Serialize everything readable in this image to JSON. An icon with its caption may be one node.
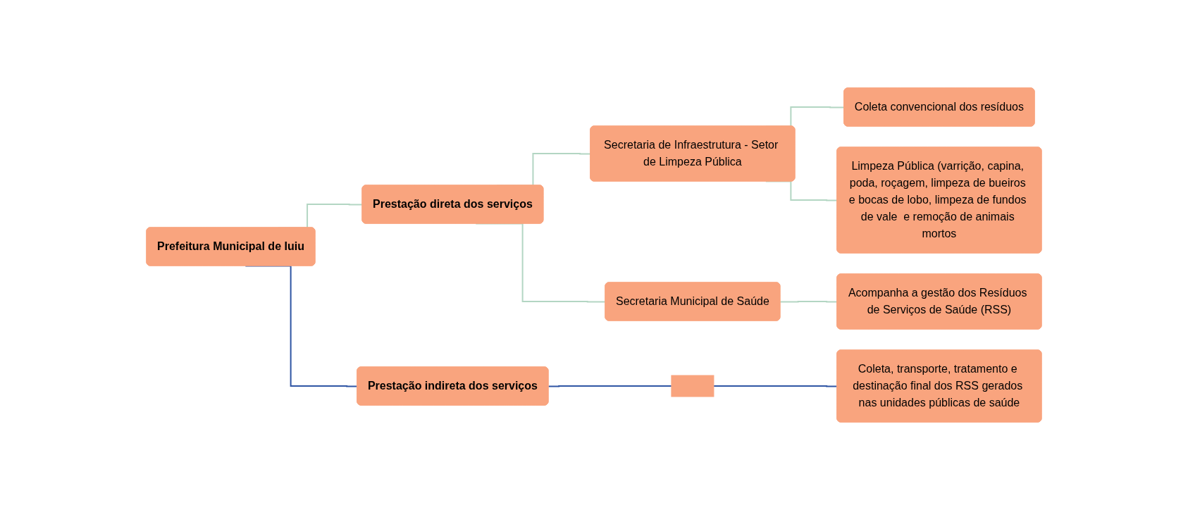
{
  "diagram": {
    "nodes": [
      {
        "text": [
          "Prefeitura Municipal de Iuiu"
        ]
      },
      {
        "text": [
          "Prestação direta dos serviços"
        ]
      },
      {
        "text": [
          "Prestação indireta dos serviços"
        ]
      },
      {
        "text": [
          "Secretaria de Infraestrutura - Setor de Limpeza Pública"
        ]
      },
      {
        "text": [
          "Secretaria Municipal de Saúde"
        ]
      },
      {
        "text": [],
        "shape": "box"
      },
      {
        "text": [
          "Coleta convencional dos resíduos"
        ]
      },
      {
        "text": [
          "Limpeza Pública (varrição, capina, poda, roçagem, limpeza de bueiros e bocas de lobo, limpeza de fundos de vale  e remoção de animais mortos"
        ]
      },
      {
        "text": [
          "Acompanha a gestão dos Resíduos de Serviços de Saúde (RSS)"
        ]
      },
      {
        "text": [
          "Coleta, transporte, tratamento e destinação final dos RSS gerados nas unidades públicas de saúde"
        ]
      }
    ],
    "edges": [
      {
        "from": 0,
        "to": 1,
        "arrow": "none"
      },
      {
        "from": 0,
        "to": 2,
        "arrow": "none",
        "color": "#2f55a4"
      },
      {
        "from": 1,
        "to": 3,
        "arrow": "none"
      },
      {
        "from": 1,
        "to": 4,
        "arrow": "none"
      },
      {
        "from": 3,
        "to": 6,
        "arrow": "none"
      },
      {
        "from": 3,
        "to": 7,
        "arrow": "none"
      },
      {
        "from": 4,
        "to": 8,
        "arrow": "none"
      },
      {
        "from": 2,
        "to": 5,
        "arrow": "none",
        "color": "#2f55a4"
      },
      {
        "from": 5,
        "to": 9,
        "arrow": "none",
        "color": "#2f55a4"
      }
    ]
  }
}
